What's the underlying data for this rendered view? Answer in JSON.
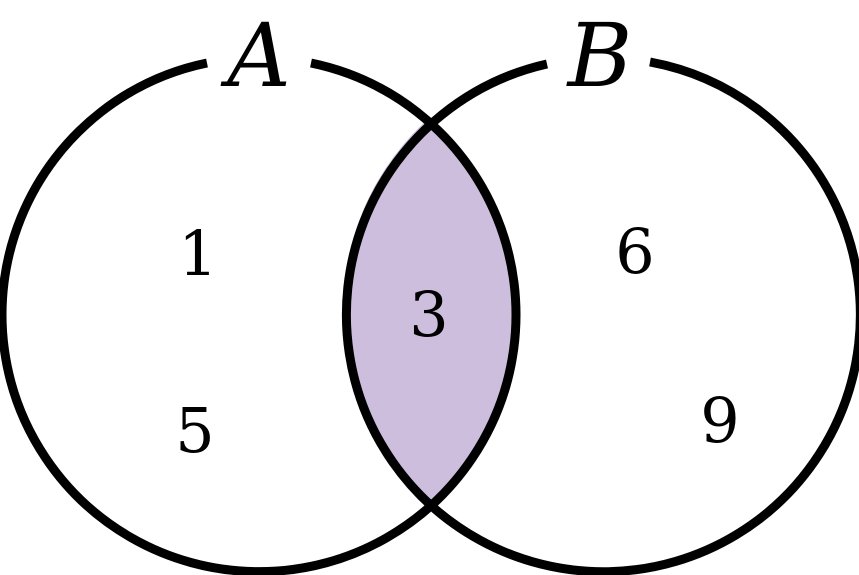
{
  "diagram": {
    "type": "venn",
    "sets": [
      {
        "label": "A",
        "elements": [
          "1",
          "3",
          "5"
        ]
      },
      {
        "label": "B",
        "elements": [
          "3",
          "6",
          "9"
        ]
      }
    ],
    "only_a": [
      "1",
      "5"
    ],
    "intersection": [
      "3"
    ],
    "only_b": [
      "6",
      "9"
    ],
    "highlighted_region": "intersection",
    "colors": {
      "highlight": "#CDBEDD",
      "stroke": "#000000",
      "background": "#FFFFFF"
    }
  }
}
